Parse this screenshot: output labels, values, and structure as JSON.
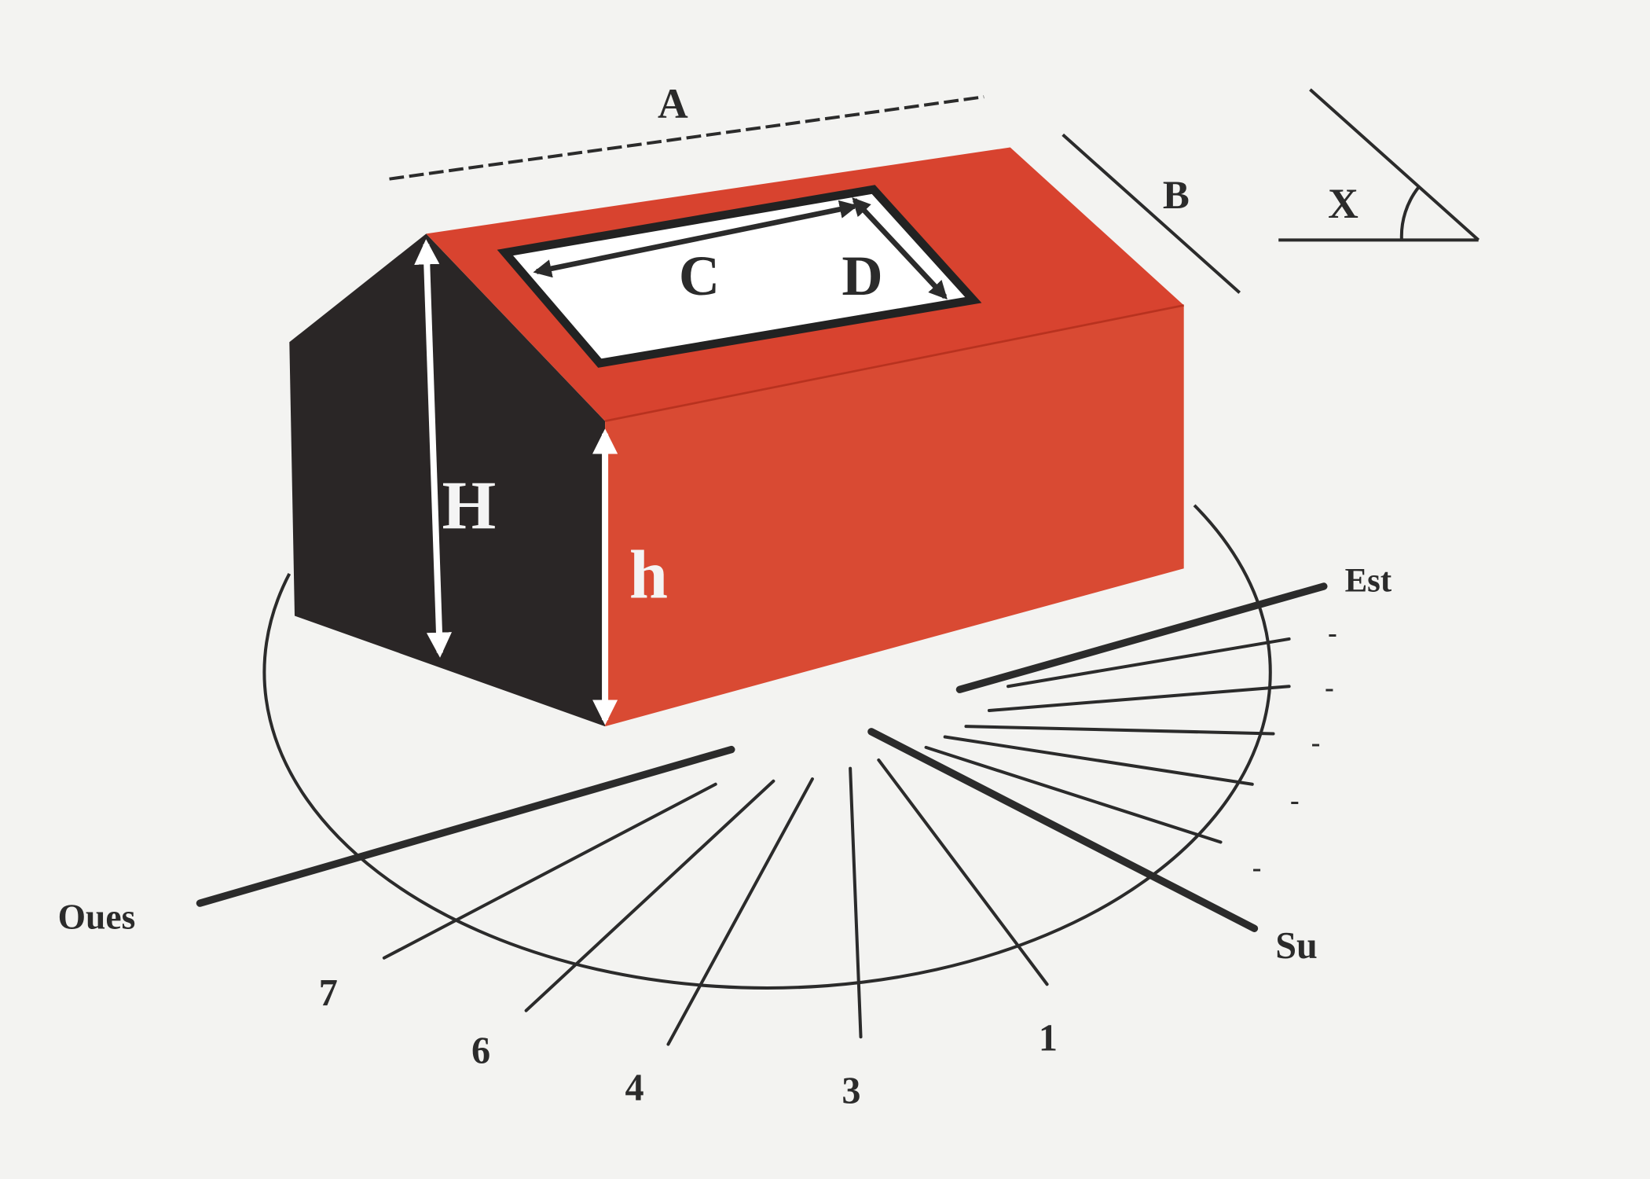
{
  "colors": {
    "roof": "#d8432f",
    "wall": "#d94a33",
    "gable": "#2a2626",
    "skylight": "#ffffff",
    "ink": "#2b2b2b",
    "background": "#f3f3f1"
  },
  "dimensions": {
    "A": "A",
    "B": "B",
    "C": "C",
    "D": "D",
    "H": "H",
    "h": "h",
    "X": "X"
  },
  "compass": {
    "west": "Oues",
    "south": "Su",
    "east": "Est",
    "rays": [
      "7",
      "6",
      "4",
      "3",
      "1"
    ],
    "tick_marks": [
      "-",
      "-",
      "-",
      "-",
      "-"
    ]
  }
}
